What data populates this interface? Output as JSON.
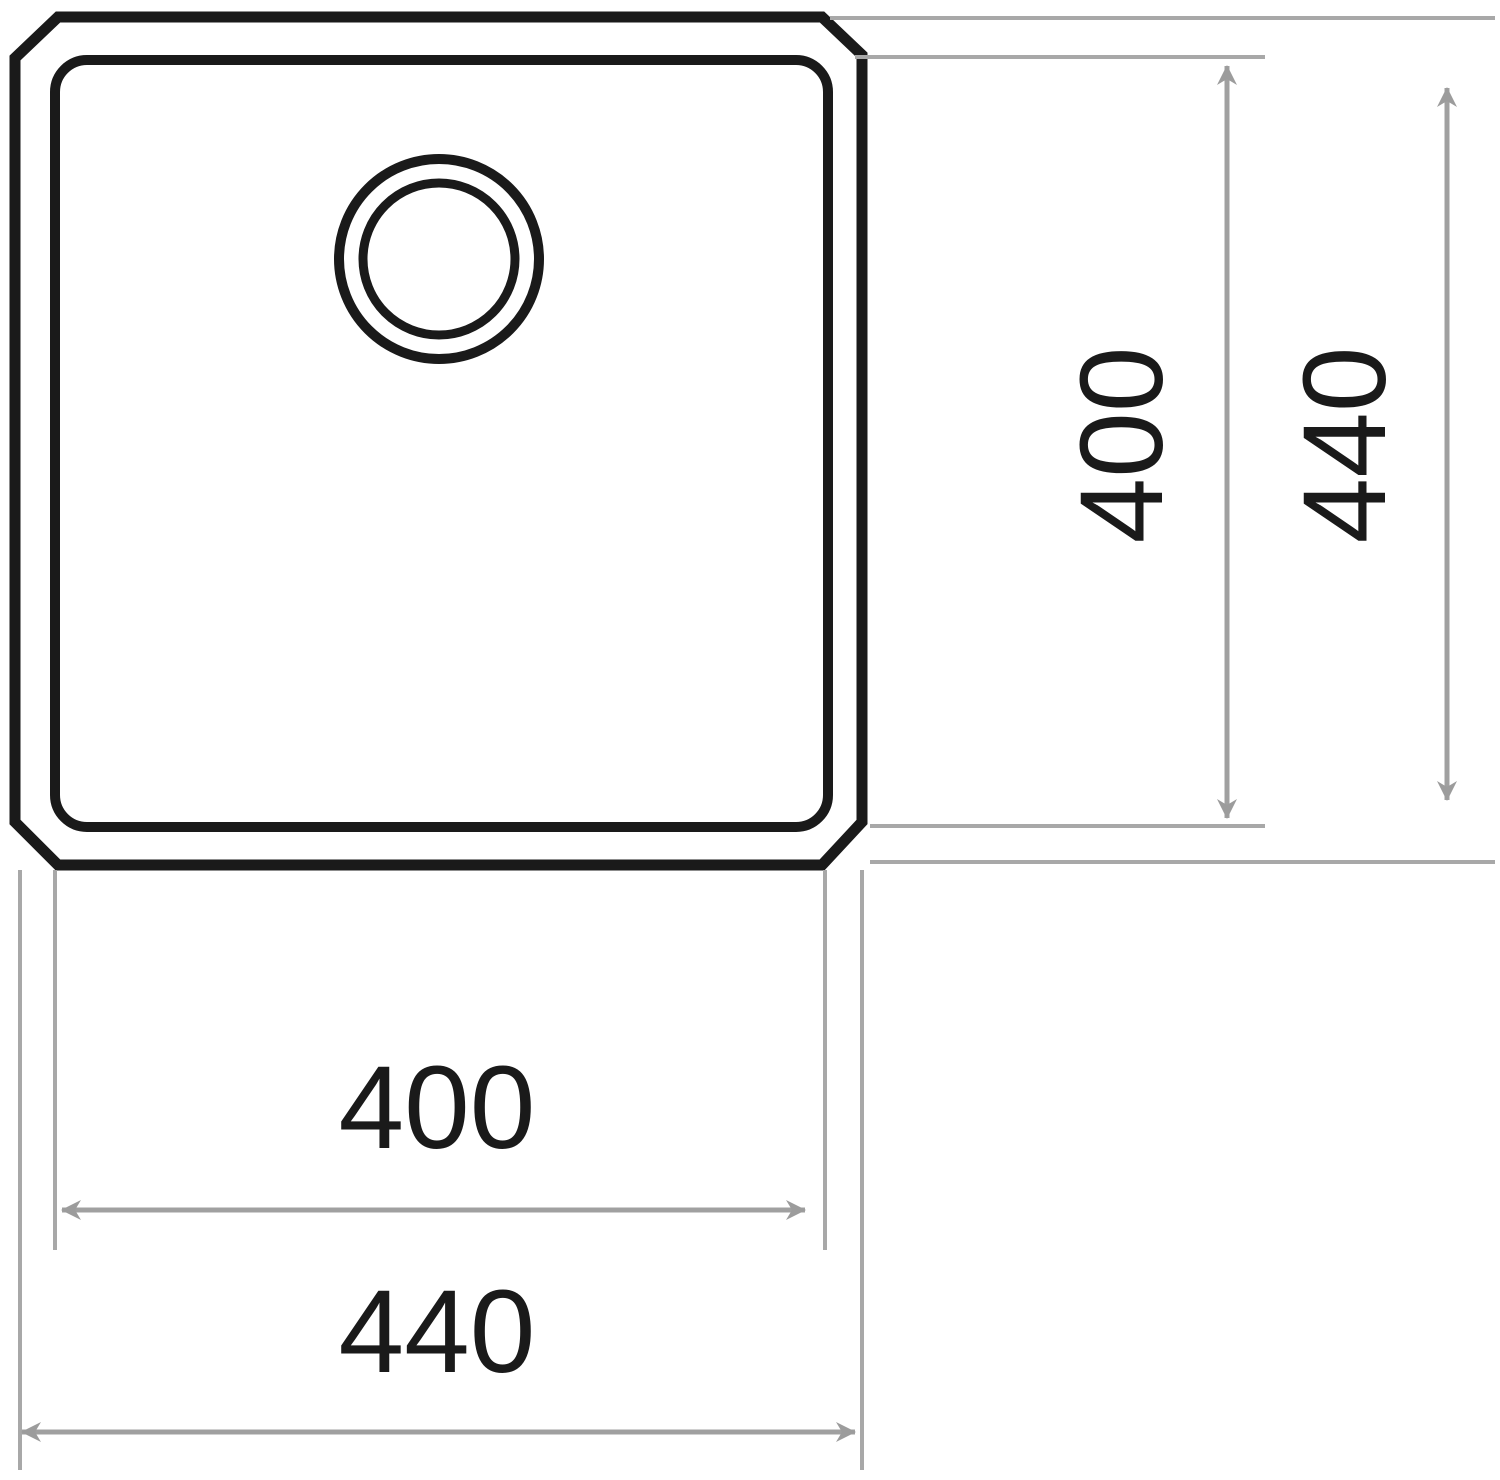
{
  "drawing": {
    "subject": "sink",
    "dimensions": {
      "inner_width": "400",
      "outer_width": "440",
      "inner_depth": "400",
      "outer_depth": "440"
    },
    "colors": {
      "outline": "#1a1a1a",
      "dimension_lines": "#a0a0a0"
    }
  }
}
